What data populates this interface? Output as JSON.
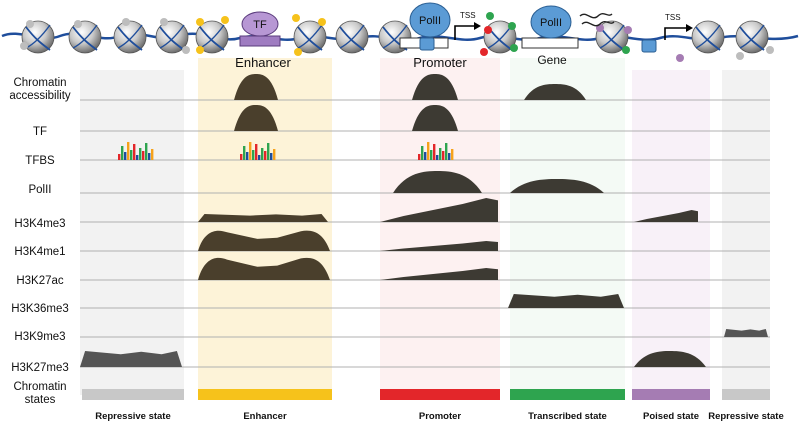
{
  "top": {
    "tf_label": "TF",
    "polII_label": "PolII",
    "tss_label": "TSS",
    "gene_label": "Gene",
    "enhancer_title": "Enhancer",
    "promoter_title": "Promoter"
  },
  "track_labels": [
    "Chromatin\naccessibility",
    "TF",
    "TFBS",
    "PolII",
    "H3K4me3",
    "H3K4me1",
    "H3K27ac",
    "H3K36me3",
    "H3K9me3",
    "H3K27me3",
    "Chromatin\nstates"
  ],
  "states": [
    {
      "label": "Repressive state",
      "color": "#c8c8c8"
    },
    {
      "label": "Enhancer",
      "color": "#f6c21b"
    },
    {
      "label": "Promoter",
      "color": "#e3262a"
    },
    {
      "label": "Transcribed state",
      "color": "#2ea44f"
    },
    {
      "label": "Poised state",
      "color": "#a57cb3"
    },
    {
      "label": "Repressive state",
      "color": "#c8c8c8"
    }
  ],
  "colors": {
    "peak": "#3d3a33",
    "enhancer_peak": "#4a3f2c",
    "enhancer_bg": "#fdf3d8",
    "promoter_bg": "#fdf1f1",
    "transcribed_bg": "#f4faf5",
    "poised_bg": "#f8f1f8",
    "repressive_bg": "#f2f2f2",
    "dna": "#1f4e9c",
    "polII": "#5b9bd5",
    "tf": "#9f7cc1"
  }
}
